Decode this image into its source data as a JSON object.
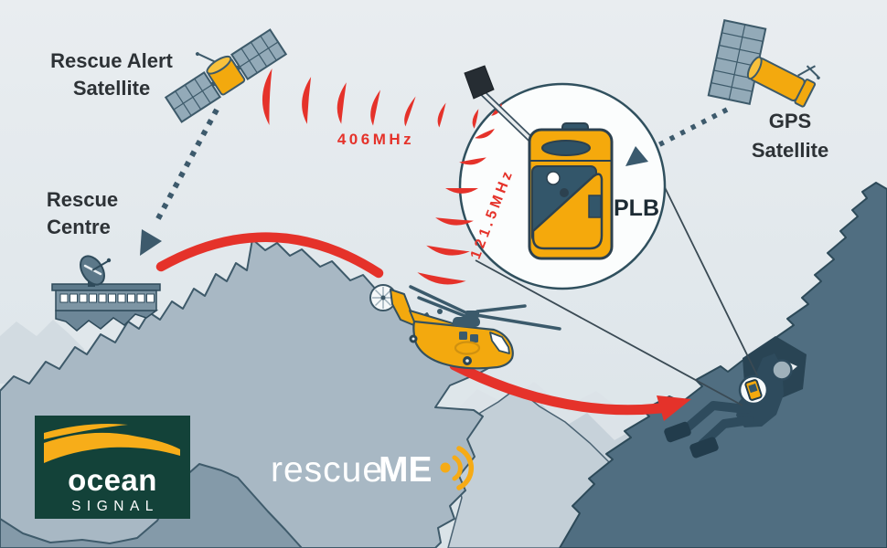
{
  "labels": {
    "rescue_alert": {
      "line1": "Rescue Alert",
      "line2": "Satellite"
    },
    "rescue_centre": {
      "line1": "Rescue",
      "line2": "Centre"
    },
    "gps": {
      "line1": "GPS",
      "line2": "Satellite"
    },
    "plb": "PLB"
  },
  "frequencies": {
    "alert": "406MHz",
    "homing": "121.5MHz"
  },
  "logos": {
    "ocean_signal": {
      "word": "ocean",
      "tagline": "SIGNAL"
    },
    "rescue_me": {
      "prefix": "rescue",
      "suffix": "ME"
    }
  },
  "colors": {
    "signal_red": "#e5322a",
    "beacon_yellow": "#f3a90e",
    "slate_outline": "#3d5a6c",
    "dark_teal_text": "#1d2b34",
    "logo_box_teal": "#134239",
    "logo_yellow": "#f7ad19",
    "sky": "#e3e9ed",
    "mountain_light": "#a8b8c4",
    "mountain_mid": "#c3cfd7",
    "mountain_dark": "#506e81",
    "climber_dark": "#2e4b5d"
  }
}
